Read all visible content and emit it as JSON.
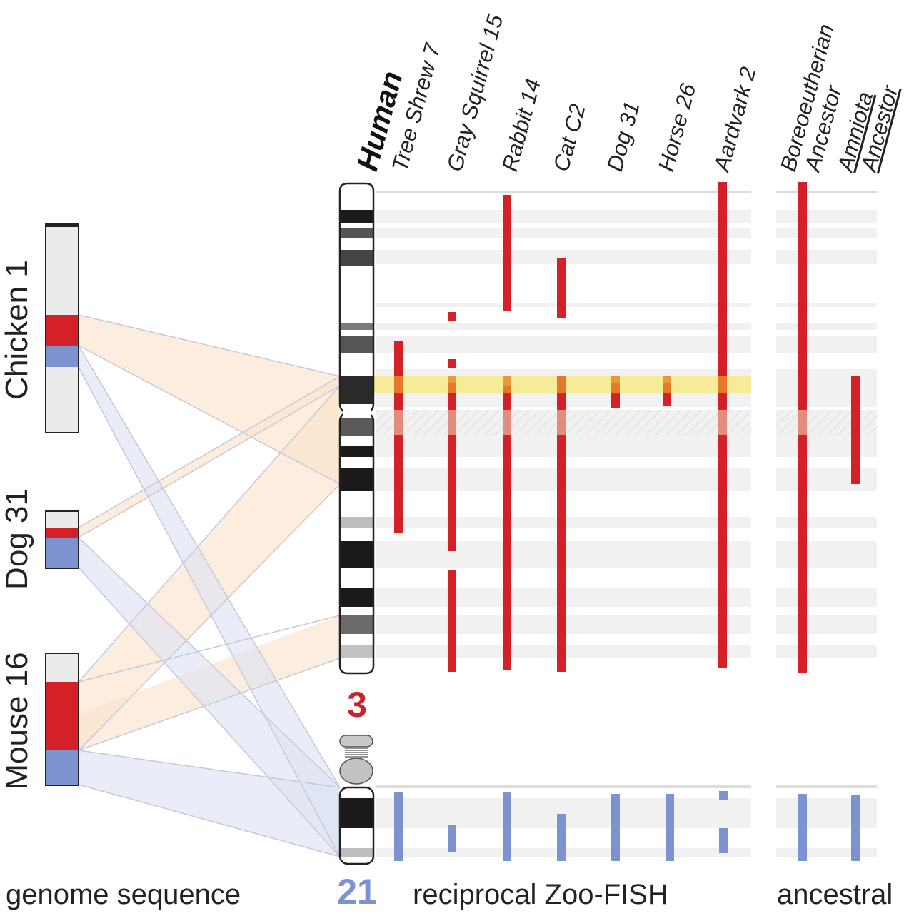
{
  "header": {
    "human_label": "Human",
    "species_labels": [
      "Tree Shrew 7",
      "Gray Squirrel 15",
      "Rabbit 14",
      "Cat C2",
      "Dog 31",
      "Horse 26",
      "Aardvark 2"
    ],
    "ancestral_labels": {
      "boreo_line1": "Boreoeutherian",
      "boreo_line2": "Ancestor",
      "amniota_line1": "Amniota",
      "amniota_line2": "Ancestor"
    }
  },
  "genomes": [
    {
      "label": "Chicken 1"
    },
    {
      "label": "Dog 31"
    },
    {
      "label": "Mouse 16"
    }
  ],
  "human_chromosomes": {
    "chr3_label": "3",
    "chr21_label": "21"
  },
  "sections": {
    "genome_sequence": "genome sequence",
    "zoo_fish": "reciprocal Zoo-FISH",
    "ancestral": "ancestral"
  },
  "colors": {
    "hsa3": "#d42027",
    "hsa21": "#7d93d0",
    "highlight": "#f5e87a",
    "band_bg": "#e6e6e6",
    "hsa3_link": "#fce3cc",
    "hsa21_link": "#dfe3f3"
  }
}
